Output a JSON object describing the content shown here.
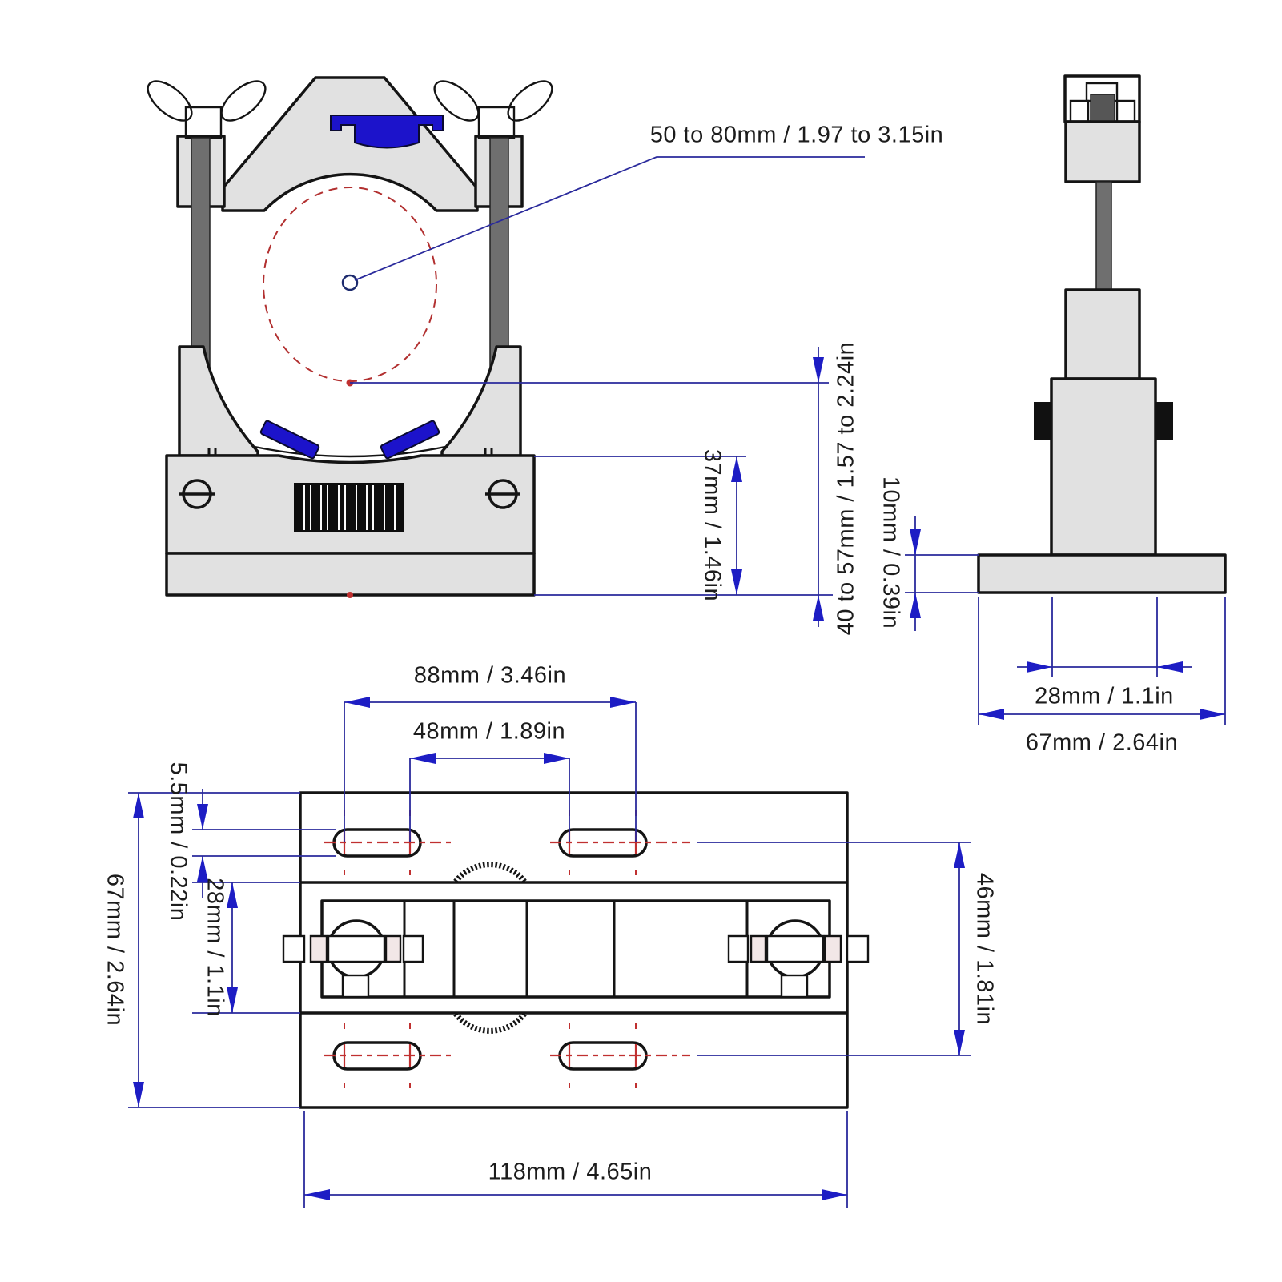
{
  "drawing": {
    "type": "technical-dimension-diagram",
    "subject": "laser tube holder mounting bracket",
    "views": {
      "front": "front-view",
      "side": "side-view",
      "plan": "bottom-view"
    }
  },
  "dimensions": {
    "tube_diameter_range": "50 to 80mm / 1.97 to 3.15in",
    "front_base_height": "37mm / 1.46in",
    "front_tube_height_range": "40 to 57mm / 1.57 to 2.24in",
    "side_flange_thickness": "10mm / 0.39in",
    "side_stem_width": "28mm / 1.1in",
    "side_flange_width": "67mm / 2.64in",
    "plan_outer_hole_span": "88mm / 3.46in",
    "plan_inner_hole_span": "48mm / 1.89in",
    "plan_slot_width": "5.5mm / 0.22in",
    "plan_plate_depth": "67mm / 2.64in",
    "plan_center_section": "28mm / 1.1in",
    "plan_slot_row_span": "46mm / 1.81in",
    "plan_plate_width": "118mm / 4.65in"
  },
  "colors": {
    "outline": "#141414",
    "fill_gray": "#e1e1e1",
    "rod_gray": "#6f6f6f",
    "pad_blue": "#1c13cb",
    "dimension_line_blue": "#2a2a9c",
    "arrow_blue": "#1d1dc4",
    "centerline_red": "#c03030",
    "text": "#1c1c1c",
    "background": "#ffffff"
  }
}
